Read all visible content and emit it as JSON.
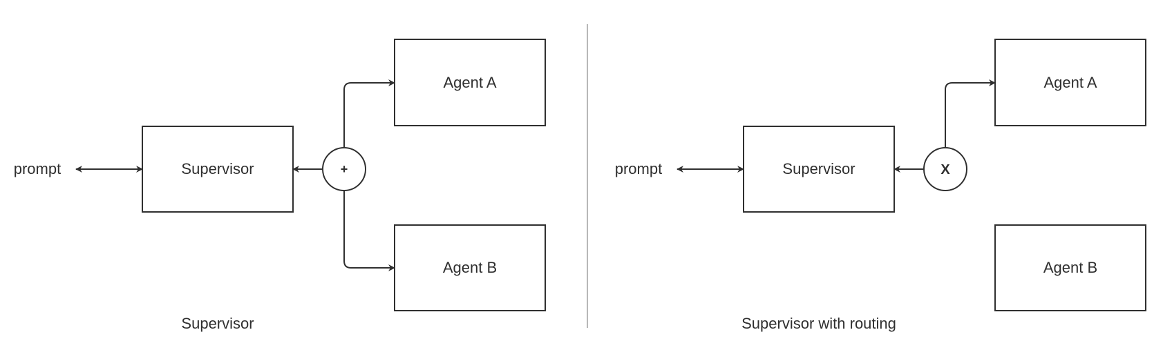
{
  "left": {
    "prompt": "prompt",
    "supervisor": "Supervisor",
    "combiner_symbol": "+",
    "agent_a": "Agent A",
    "agent_b": "Agent B",
    "caption": "Supervisor"
  },
  "right": {
    "prompt": "prompt",
    "supervisor": "Supervisor",
    "router_symbol": "X",
    "agent_a": "Agent A",
    "agent_b": "Agent B",
    "caption": "Supervisor with routing"
  }
}
